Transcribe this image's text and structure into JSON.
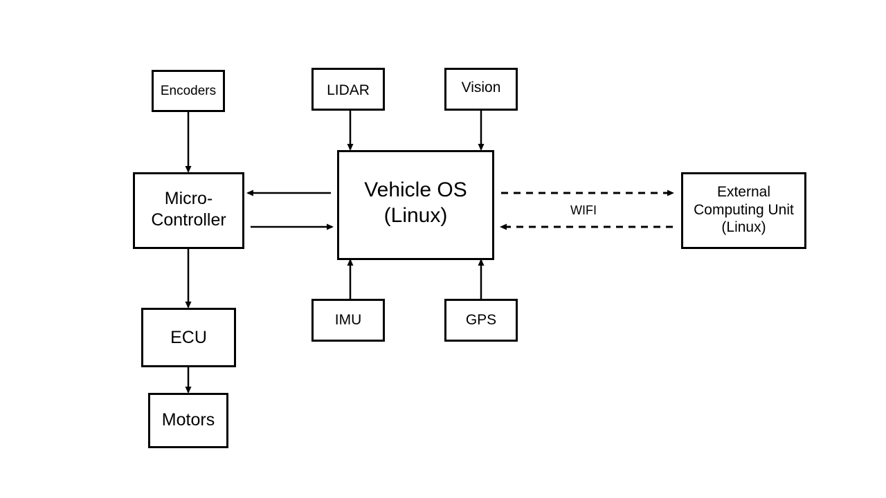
{
  "nodes": {
    "encoders": "Encoders",
    "lidar": "LIDAR",
    "vision": "Vision",
    "micro_controller": [
      "Micro-",
      "Controller"
    ],
    "vehicle_os": [
      "Vehicle OS",
      "(Linux)"
    ],
    "external_unit": [
      "External",
      "Computing Unit",
      "(Linux)"
    ],
    "ecu": "ECU",
    "imu": "IMU",
    "gps": "GPS",
    "motors": "Motors"
  },
  "edges": {
    "wifi_label": "WIFI"
  },
  "colors": {
    "stroke": "#000000",
    "background": "#ffffff"
  }
}
